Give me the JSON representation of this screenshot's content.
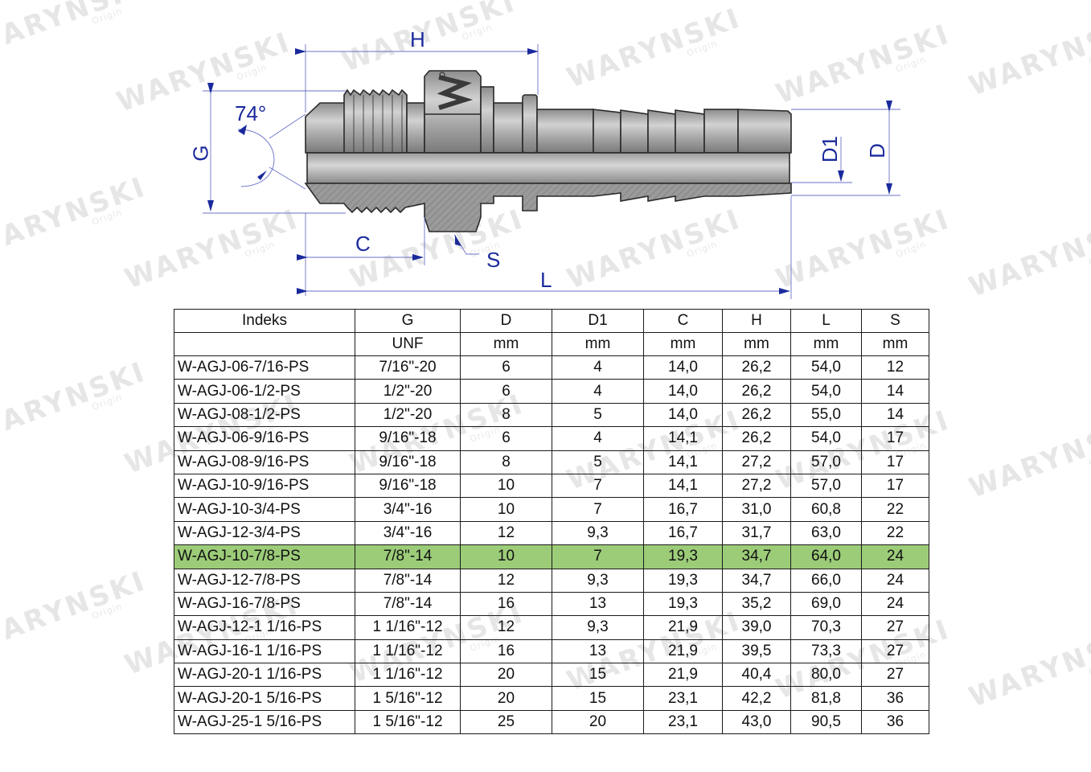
{
  "watermark": {
    "brand": "WARYNSKI",
    "sub": "Origin"
  },
  "drawing": {
    "labels": {
      "H": "H",
      "G": "G",
      "angle": "74°",
      "C": "C",
      "S": "S",
      "L": "L",
      "D1": "D1",
      "D": "D"
    },
    "colors": {
      "dimension": "#1a2a9c",
      "body": "#a8a8a8",
      "outline": "#2a2a2a"
    }
  },
  "table": {
    "headers": [
      "Indeks",
      "G",
      "D",
      "D1",
      "C",
      "H",
      "L",
      "S"
    ],
    "units": [
      "",
      "UNF",
      "mm",
      "mm",
      "mm",
      "mm",
      "mm",
      "mm"
    ],
    "highlight_color": "#9ccc78",
    "highlighted_row": 8,
    "rows": [
      [
        "W-AGJ-06-7/16-PS",
        "7/16\"-20",
        "6",
        "4",
        "14,0",
        "26,2",
        "54,0",
        "12"
      ],
      [
        "W-AGJ-06-1/2-PS",
        "1/2\"-20",
        "6",
        "4",
        "14,0",
        "26,2",
        "54,0",
        "14"
      ],
      [
        "W-AGJ-08-1/2-PS",
        "1/2\"-20",
        "8",
        "5",
        "14,0",
        "26,2",
        "55,0",
        "14"
      ],
      [
        "W-AGJ-06-9/16-PS",
        "9/16\"-18",
        "6",
        "4",
        "14,1",
        "26,2",
        "54,0",
        "17"
      ],
      [
        "W-AGJ-08-9/16-PS",
        "9/16\"-18",
        "8",
        "5",
        "14,1",
        "27,2",
        "57,0",
        "17"
      ],
      [
        "W-AGJ-10-9/16-PS",
        "9/16\"-18",
        "10",
        "7",
        "14,1",
        "27,2",
        "57,0",
        "17"
      ],
      [
        "W-AGJ-10-3/4-PS",
        "3/4\"-16",
        "10",
        "7",
        "16,7",
        "31,0",
        "60,8",
        "22"
      ],
      [
        "W-AGJ-12-3/4-PS",
        "3/4\"-16",
        "12",
        "9,3",
        "16,7",
        "31,7",
        "63,0",
        "22"
      ],
      [
        "W-AGJ-10-7/8-PS",
        "7/8\"-14",
        "10",
        "7",
        "19,3",
        "34,7",
        "64,0",
        "24"
      ],
      [
        "W-AGJ-12-7/8-PS",
        "7/8\"-14",
        "12",
        "9,3",
        "19,3",
        "34,7",
        "66,0",
        "24"
      ],
      [
        "W-AGJ-16-7/8-PS",
        "7/8\"-14",
        "16",
        "13",
        "19,3",
        "35,2",
        "69,0",
        "24"
      ],
      [
        "W-AGJ-12-1 1/16-PS",
        "1 1/16\"-12",
        "12",
        "9,3",
        "21,9",
        "39,0",
        "70,3",
        "27"
      ],
      [
        "W-AGJ-16-1 1/16-PS",
        "1 1/16\"-12",
        "16",
        "13",
        "21,9",
        "39,5",
        "73,3",
        "27"
      ],
      [
        "W-AGJ-20-1 1/16-PS",
        "1 1/16\"-12",
        "20",
        "15",
        "21,9",
        "40,4",
        "80,0",
        "27"
      ],
      [
        "W-AGJ-20-1 5/16-PS",
        "1 5/16\"-12",
        "20",
        "15",
        "23,1",
        "42,2",
        "81,8",
        "36"
      ],
      [
        "W-AGJ-25-1 5/16-PS",
        "1 5/16\"-12",
        "25",
        "20",
        "23,1",
        "43,0",
        "90,5",
        "36"
      ]
    ]
  }
}
